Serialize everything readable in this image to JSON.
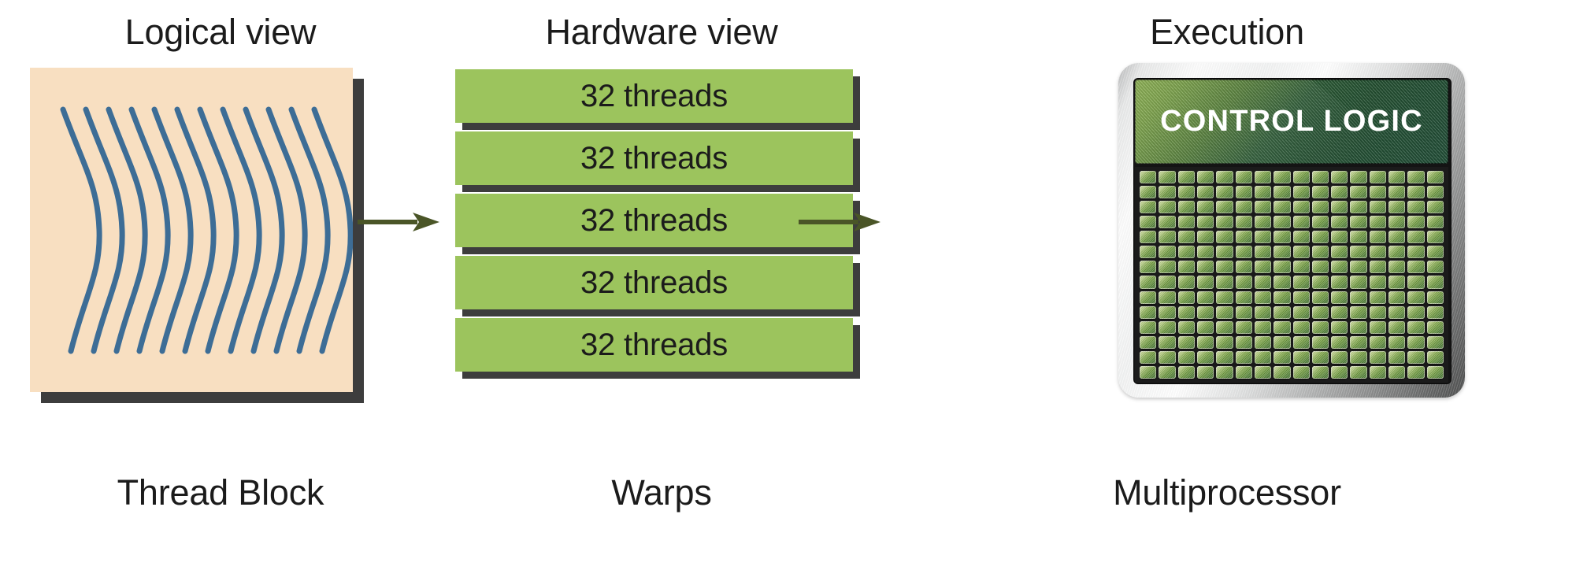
{
  "diagram": {
    "title_colors": {
      "text": "#1b1b1b",
      "thread_block_fill": "#f8dfc1",
      "thread_line": "#3d6d96",
      "warp_fill": "#9cc45d",
      "shadow": "#3d3d3d",
      "arrow": "#4a5527",
      "control_logic_text": "#ffffff",
      "chip_body": "#141414",
      "core_green": "#85ab4b"
    }
  },
  "panels": [
    {
      "id": "logical",
      "title": "Logical view",
      "caption": "Thread Block",
      "thread_count": 12
    },
    {
      "id": "hardware",
      "title": "Hardware view",
      "caption": "Warps",
      "warps": [
        {
          "label": "32 threads"
        },
        {
          "label": "32 threads"
        },
        {
          "label": "32 threads"
        },
        {
          "label": "32 threads"
        },
        {
          "label": "32 threads"
        }
      ]
    },
    {
      "id": "execution",
      "title": "Execution",
      "caption": "Multiprocessor",
      "control_logic_label": "CONTROL LOGIC",
      "core_grid": {
        "columns": 16,
        "rows": 14
      }
    }
  ],
  "arrows": [
    {
      "name": "arrow-logical-to-hardware",
      "direction": "right"
    },
    {
      "name": "arrow-hardware-to-execution",
      "direction": "right"
    }
  ]
}
